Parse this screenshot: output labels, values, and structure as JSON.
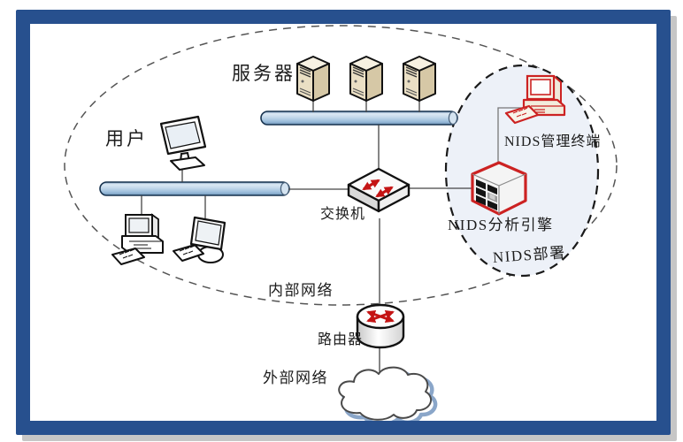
{
  "diagram": {
    "title": "NIDS network deployment diagram",
    "labels": {
      "servers": "服务器",
      "users": "用户",
      "switch": "交换机",
      "nids_terminal": "NIDS管理终端",
      "nids_engine": "NIDS分析引擎",
      "nids_zone": "NIDS部署",
      "internal_network": "内部网络",
      "router": "路由器",
      "external_network": "外部网络"
    },
    "colors": {
      "frame": "#27508e",
      "frame_shadow": "#c6c6c6",
      "nids_accent": "#cc2222",
      "arrow_red": "#c41414",
      "bus_blue": "#a9c7e0",
      "zone_fill": "#edf1f8",
      "server_beige": "#eadfc4",
      "cloud_shadow": "#8aa6c9"
    },
    "icons": [
      "server-icon",
      "monitor-icon",
      "desktop-pc-icon",
      "monitor-keyboard-icon",
      "switch-icon",
      "router-icon",
      "nids-terminal-icon",
      "nids-engine-icon",
      "cloud-icon"
    ],
    "node_counts": {
      "servers": 3,
      "user_workstations": 3
    }
  }
}
